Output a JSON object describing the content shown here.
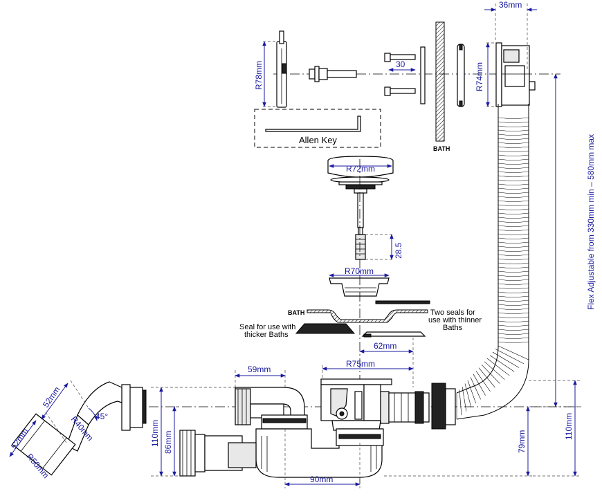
{
  "dimensions": {
    "d36": "36mm",
    "r78": "R78mm",
    "d30": "30",
    "r74": "R74mm",
    "r72": "R72mm",
    "d28": "28.5",
    "r70": "R70mm",
    "d62": "62mm",
    "d59": "59mm",
    "r75": "R75mm",
    "d110a": "110mm",
    "d86": "86mm",
    "d90": "90mm",
    "d79": "79mm",
    "d110b": "110mm",
    "d52a": "52mm",
    "d52b": "52mm",
    "r40": "R40mm",
    "a45": "45°",
    "r50": "R50mm",
    "flex": "Flex Adjustable from 330mm min – 580mm max"
  },
  "labels": {
    "allen_key": "Allen Key",
    "bath_top": "BATH",
    "bath_mid": "BATH",
    "two_seals_1": "Two seals for",
    "two_seals_2": "use with thinner",
    "two_seals_3": "Baths",
    "seal_thick_1": "Seal for use with",
    "seal_thick_2": "thicker Baths"
  }
}
